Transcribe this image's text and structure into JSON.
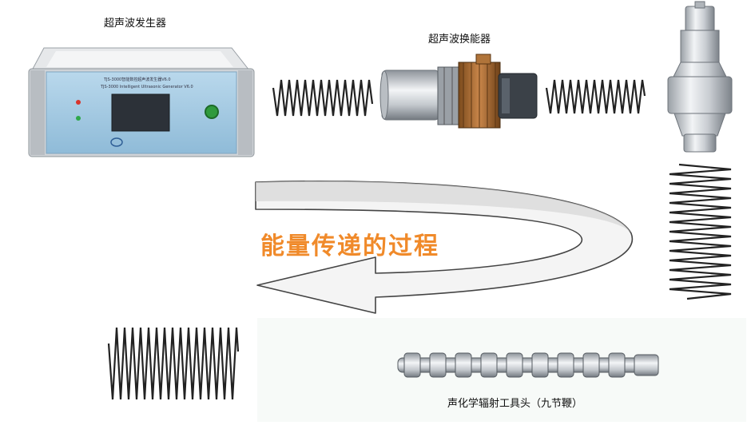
{
  "labels": {
    "generator": "超声波发生器",
    "transducer": "超声波换能器",
    "process": "能量传递的过程",
    "tool_head": "声化学辐射工具头（九节鞭）"
  },
  "generator_panel": {
    "line1": "TJS-3000智能数控超声波发生器V6.0",
    "line2": "TJS-3000 Intelligent Ultrasonic Generator V6.0"
  },
  "colors": {
    "process_text": "#f08a2a",
    "panel": "#9ec6e0",
    "wave": "#222222"
  }
}
